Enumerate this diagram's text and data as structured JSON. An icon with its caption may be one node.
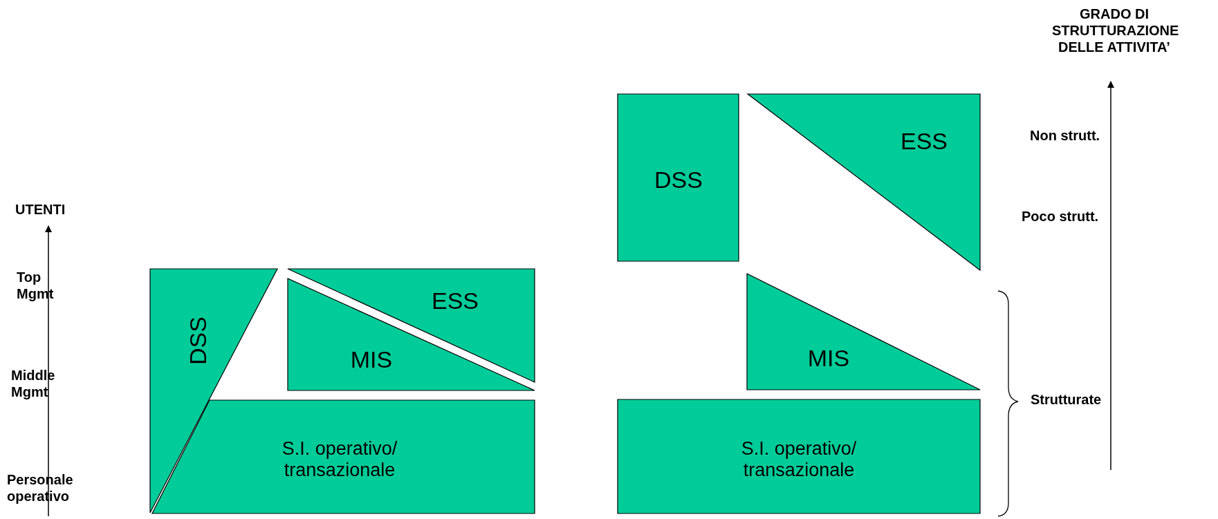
{
  "diagram": {
    "nodes": [
      {
        "text": [
          "DSS"
        ]
      },
      {
        "text": [
          "ESS"
        ]
      },
      {
        "text": [
          "MIS"
        ]
      },
      {
        "text": [
          "S.I. operativo/ transazionale"
        ]
      },
      {
        "text": [
          "DSS"
        ]
      },
      {
        "text": [
          "ESS"
        ]
      },
      {
        "text": [
          "MIS"
        ]
      },
      {
        "text": [
          "S.I. operativo/ transazionale"
        ]
      }
    ],
    "labels": [
      "GRADO DI STRUTTURAZIONE DELLE ATTIVITA’",
      "Non strutt.",
      "UTENTI",
      "Poco strutt.",
      "Top Mgmt",
      "Middle Mgmt",
      "Strutturate",
      "Personale operativo"
    ]
  }
}
